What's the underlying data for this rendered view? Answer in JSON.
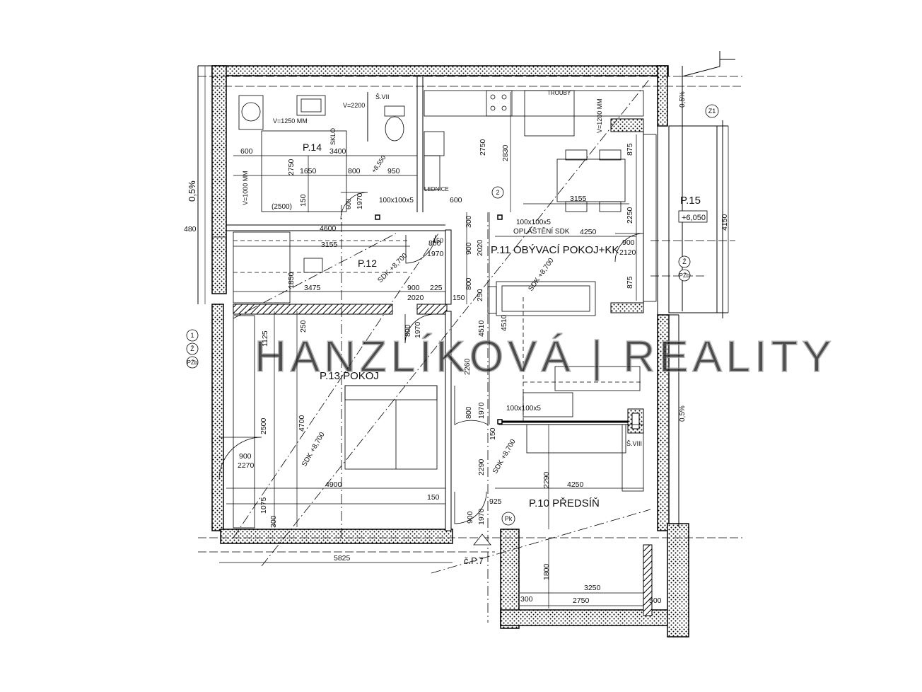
{
  "watermark": "HANZLÍKOVÁ | REALITY",
  "rooms": {
    "p10": "P.10 PŘEDSÍŇ",
    "p11": "P.11 OBÝVACÍ POKOJ+KK",
    "p12": "P.12",
    "p13": "P.13 POKOJ",
    "p14": "P.14",
    "p15": "P.15"
  },
  "level_p15": "+6,050",
  "labels": {
    "troubou": "TROUBY",
    "sklo": "SKLO",
    "lednice": "LEDNICE",
    "sv7": "Š.VII",
    "sv8": "Š.VIII",
    "cp7": "č.P.7",
    "v1200": "V=1200 MM",
    "v1250": "V=1250 MM",
    "v2200": "V=2200",
    "v1000": "V=1000 MM",
    "sdk": "OPLÁŠTĚNÍ SDK",
    "prof1": "100x100x5",
    "prof2": "100x100x5",
    "prof3": "100x100x5",
    "sdk1": "SDK +8,700",
    "sdk2": "SDK +8,700",
    "sdk3": "SDK +8,700",
    "sdk4": "SDK +8,700",
    "p14lev": "+8,550",
    "slope1": "0,5%",
    "slope2": "0,5%",
    "slope3": "0,5%",
    "paren": "(2500)"
  },
  "markers": {
    "m1": "1",
    "z1": "Ž",
    "pzb1": "PŽb",
    "m2": "2",
    "z2": "Ž",
    "pzb2": "PŽb",
    "z1top": "Z1",
    "pk": "Pk"
  },
  "dims": {
    "d600a": "600",
    "d3400": "3400",
    "d2750a": "2750",
    "d1650": "1650",
    "d800a": "800",
    "d950": "950",
    "d150a": "150",
    "d1970a": "1970",
    "d600b": "600",
    "d4600": "4600",
    "d480": "480",
    "d800b": "800",
    "d1970b": "1970",
    "d150b": "150",
    "d3155a": "3155",
    "d1850": "1850",
    "d3475": "3475",
    "d900a": "900",
    "d225": "225",
    "d2020a": "2020",
    "d150c": "150",
    "d2750b": "2750",
    "d2830": "2830",
    "d875a": "875",
    "d3155b": "3155",
    "d2250": "2250",
    "d4250a": "4250",
    "d900b": "900",
    "d2120": "2120",
    "d875b": "875",
    "d4150": "4150",
    "d300a": "300",
    "d900c": "900",
    "d2020b": "2020",
    "d800c": "800",
    "d250a": "250",
    "d4510a": "4510",
    "d4510b": "4510",
    "d1125": "1125",
    "d250b": "250",
    "d800d": "800",
    "d1970c": "1970",
    "d2260": "2260",
    "d800e": "800",
    "d1970d": "1970",
    "d150d": "150",
    "d2500": "2500",
    "d4700": "4700",
    "d900d": "900",
    "d2270": "2270",
    "d4900": "4900",
    "d150e": "150",
    "d1075": "1075",
    "d300b": "300",
    "d2290a": "2290",
    "d2290b": "2290",
    "d4250b": "4250",
    "d925": "925",
    "d900e": "900",
    "d1970e": "1970",
    "d5825": "5825",
    "d1800": "1800",
    "d3250": "3250",
    "d300c": "300",
    "d2750c": "2750",
    "d500": "500"
  }
}
